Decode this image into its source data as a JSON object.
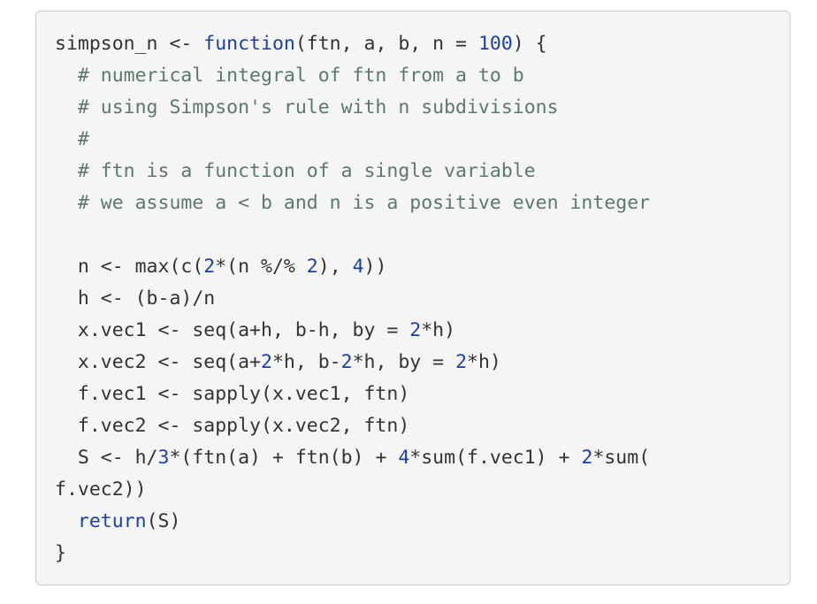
{
  "colors": {
    "background": "#f5f5f5",
    "border": "#cccccc",
    "text": "#333333",
    "keyword": "#1a3fa8",
    "number": "#1a3fa8",
    "comment": "#5b7a6a"
  },
  "code_lines": [
    [
      [
        "plain",
        "simpson_n <- "
      ],
      [
        "kw",
        "function"
      ],
      [
        "plain",
        "(ftn, a, b, n = "
      ],
      [
        "num",
        "100"
      ],
      [
        "plain",
        ") {"
      ]
    ],
    [
      [
        "plain",
        "  "
      ],
      [
        "comment",
        "# numerical integral of ftn from a to b"
      ]
    ],
    [
      [
        "plain",
        "  "
      ],
      [
        "comment",
        "# using Simpson's rule with n subdivisions"
      ]
    ],
    [
      [
        "plain",
        "  "
      ],
      [
        "comment",
        "#"
      ]
    ],
    [
      [
        "plain",
        "  "
      ],
      [
        "comment",
        "# ftn is a function of a single variable"
      ]
    ],
    [
      [
        "plain",
        "  "
      ],
      [
        "comment",
        "# we assume a < b and n is a positive even integer"
      ]
    ],
    [
      [
        "plain",
        ""
      ]
    ],
    [
      [
        "plain",
        "  n <- max(c("
      ],
      [
        "num",
        "2"
      ],
      [
        "plain",
        "*(n %/% "
      ],
      [
        "num",
        "2"
      ],
      [
        "plain",
        "), "
      ],
      [
        "num",
        "4"
      ],
      [
        "plain",
        "))"
      ]
    ],
    [
      [
        "plain",
        "  h <- (b-a)/n"
      ]
    ],
    [
      [
        "plain",
        "  x.vec1 <- seq(a+h, b-h, by = "
      ],
      [
        "num",
        "2"
      ],
      [
        "plain",
        "*h)"
      ]
    ],
    [
      [
        "plain",
        "  x.vec2 <- seq(a+"
      ],
      [
        "num",
        "2"
      ],
      [
        "plain",
        "*h, b-"
      ],
      [
        "num",
        "2"
      ],
      [
        "plain",
        "*h, by = "
      ],
      [
        "num",
        "2"
      ],
      [
        "plain",
        "*h)"
      ]
    ],
    [
      [
        "plain",
        "  f.vec1 <- sapply(x.vec1, ftn)"
      ]
    ],
    [
      [
        "plain",
        "  f.vec2 <- sapply(x.vec2, ftn)"
      ]
    ],
    [
      [
        "plain",
        "  S <- h/"
      ],
      [
        "num",
        "3"
      ],
      [
        "plain",
        "*(ftn(a) + ftn(b) + "
      ],
      [
        "num",
        "4"
      ],
      [
        "plain",
        "*sum(f.vec1) + "
      ],
      [
        "num",
        "2"
      ],
      [
        "plain",
        "*sum("
      ]
    ],
    [
      [
        "plain",
        "f.vec2))"
      ]
    ],
    [
      [
        "plain",
        "  "
      ],
      [
        "kw",
        "return"
      ],
      [
        "plain",
        "(S)"
      ]
    ],
    [
      [
        "plain",
        "}"
      ]
    ]
  ]
}
